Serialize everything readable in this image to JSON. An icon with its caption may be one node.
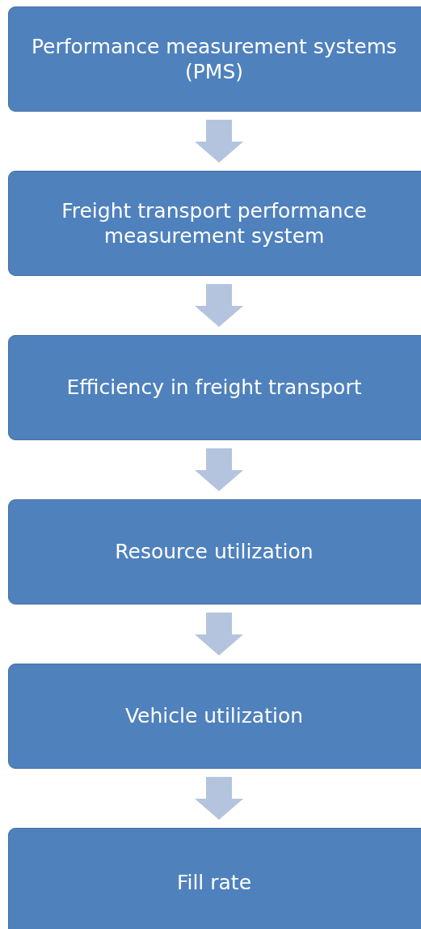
{
  "diagram": {
    "nodes": [
      {
        "text": [
          "Performance measurement systems (PMS)"
        ]
      },
      {
        "text": [
          "Freight transport performance measurement system"
        ]
      },
      {
        "text": [
          "Efficiency in freight transport"
        ]
      },
      {
        "text": [
          "Resource utilization"
        ]
      },
      {
        "text": [
          "Vehicle utilization"
        ]
      },
      {
        "text": [
          "Fill rate"
        ]
      }
    ],
    "edges": [
      {
        "from": 0,
        "to": 1,
        "arrow": "to"
      },
      {
        "from": 1,
        "to": 2,
        "arrow": "to"
      },
      {
        "from": 2,
        "to": 3,
        "arrow": "to"
      },
      {
        "from": 3,
        "to": 4,
        "arrow": "to"
      },
      {
        "from": 4,
        "to": 5,
        "arrow": "to"
      }
    ]
  }
}
